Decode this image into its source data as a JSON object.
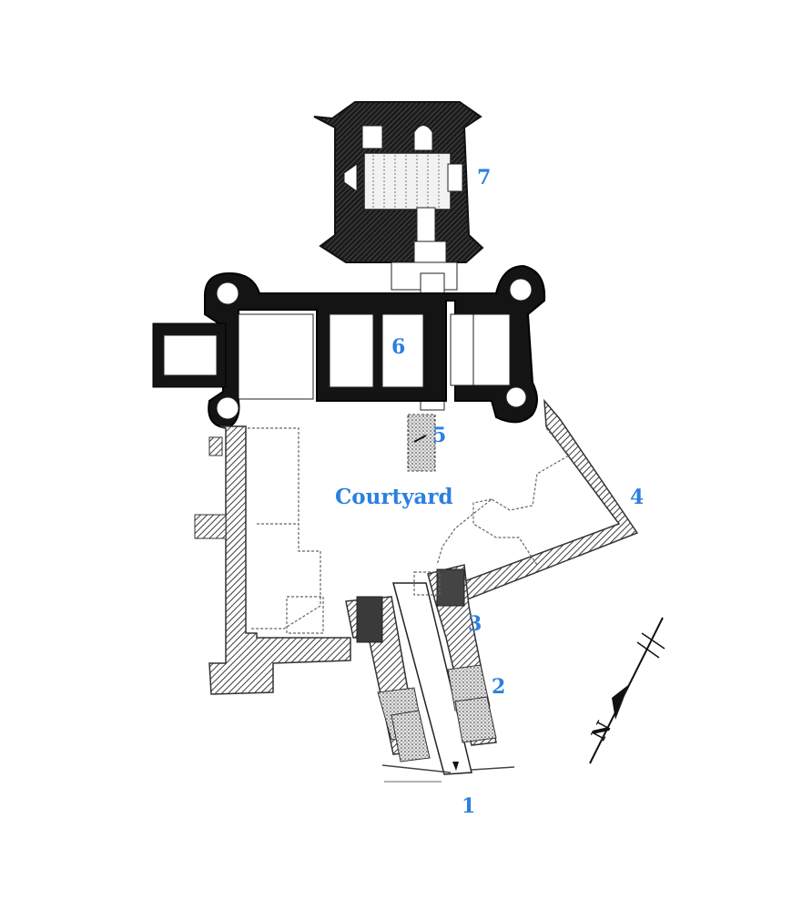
{
  "labels": {
    "n1": "1",
    "n2": "2",
    "n3": "3",
    "n4": "4",
    "n5": "5",
    "n6": "6",
    "n7": "7",
    "courtyard": "Courtyard"
  },
  "compass": {
    "letter": "N",
    "icon": "north-arrow-icon"
  },
  "colors": {
    "label": "#2b7fe0",
    "wall_solid": "#1a1a1a",
    "wall_hatched": "#5a5a5a",
    "background": "#ffffff"
  }
}
